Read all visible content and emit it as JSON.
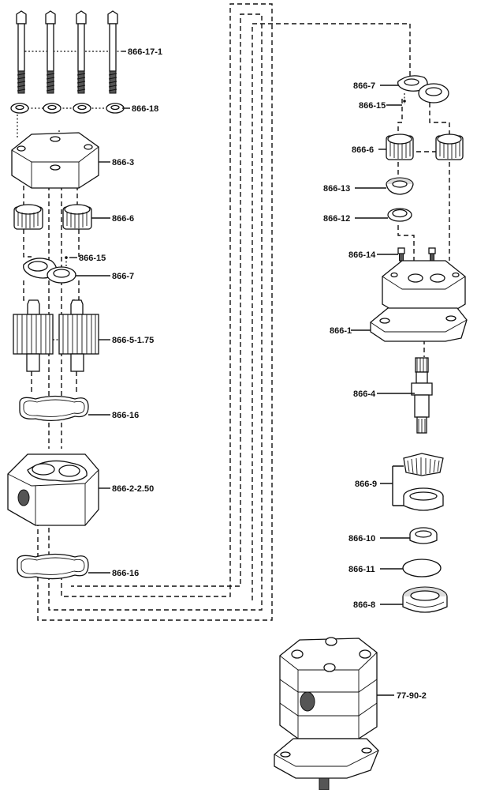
{
  "labels": {
    "bolts": "866-17-1",
    "washers": "866-18",
    "cover": "866-3",
    "bearings_left": "866-6",
    "pin_left": "866-15",
    "seal_left": "866-7",
    "gears": "866-5-1.75",
    "gasket_top": "866-16",
    "body": "866-2-2.50",
    "gasket_bottom": "866-16",
    "seal_right": "866-7",
    "pin_right": "866-15",
    "bearings_right": "866-6",
    "cup": "866-13",
    "ring": "866-12",
    "screws": "866-14",
    "mount": "866-1",
    "shaft": "866-4",
    "tapered_bearing": "866-9",
    "spacer": "866-10",
    "oring": "866-11",
    "lip_seal": "866-8",
    "assembly": "77-90-2"
  }
}
